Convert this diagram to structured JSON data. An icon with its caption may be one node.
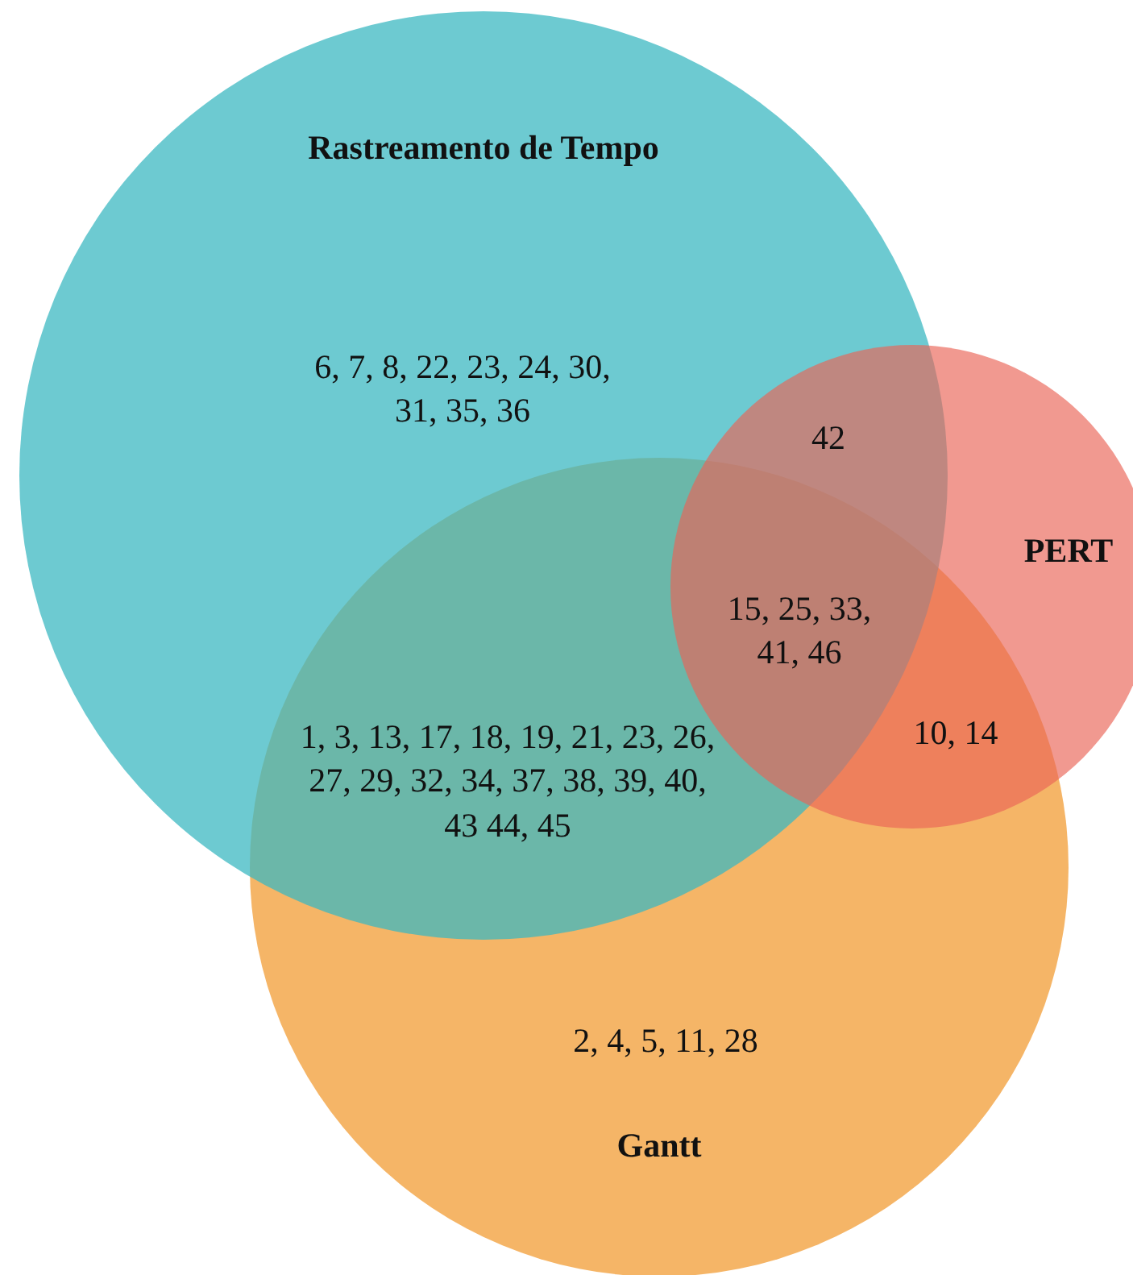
{
  "diagram": {
    "nodes": [
      {
        "text": [
          "Rastreamento de Tempo"
        ]
      },
      {
        "text": [
          "PERT"
        ]
      },
      {
        "text": [
          "Gantt"
        ]
      }
    ],
    "labels": [
      "6, 7, 8, 22, 23, 24, 30, 31, 35, 36",
      "42",
      "15, 25, 33, 41, 46",
      "1, 3, 13, 17, 18, 19, 21, 23, 26, 27, 29, 32, 34, 37, 38, 39, 40, 43 44, 45",
      "10, 14",
      "2, 4, 5, 11, 28"
    ]
  }
}
